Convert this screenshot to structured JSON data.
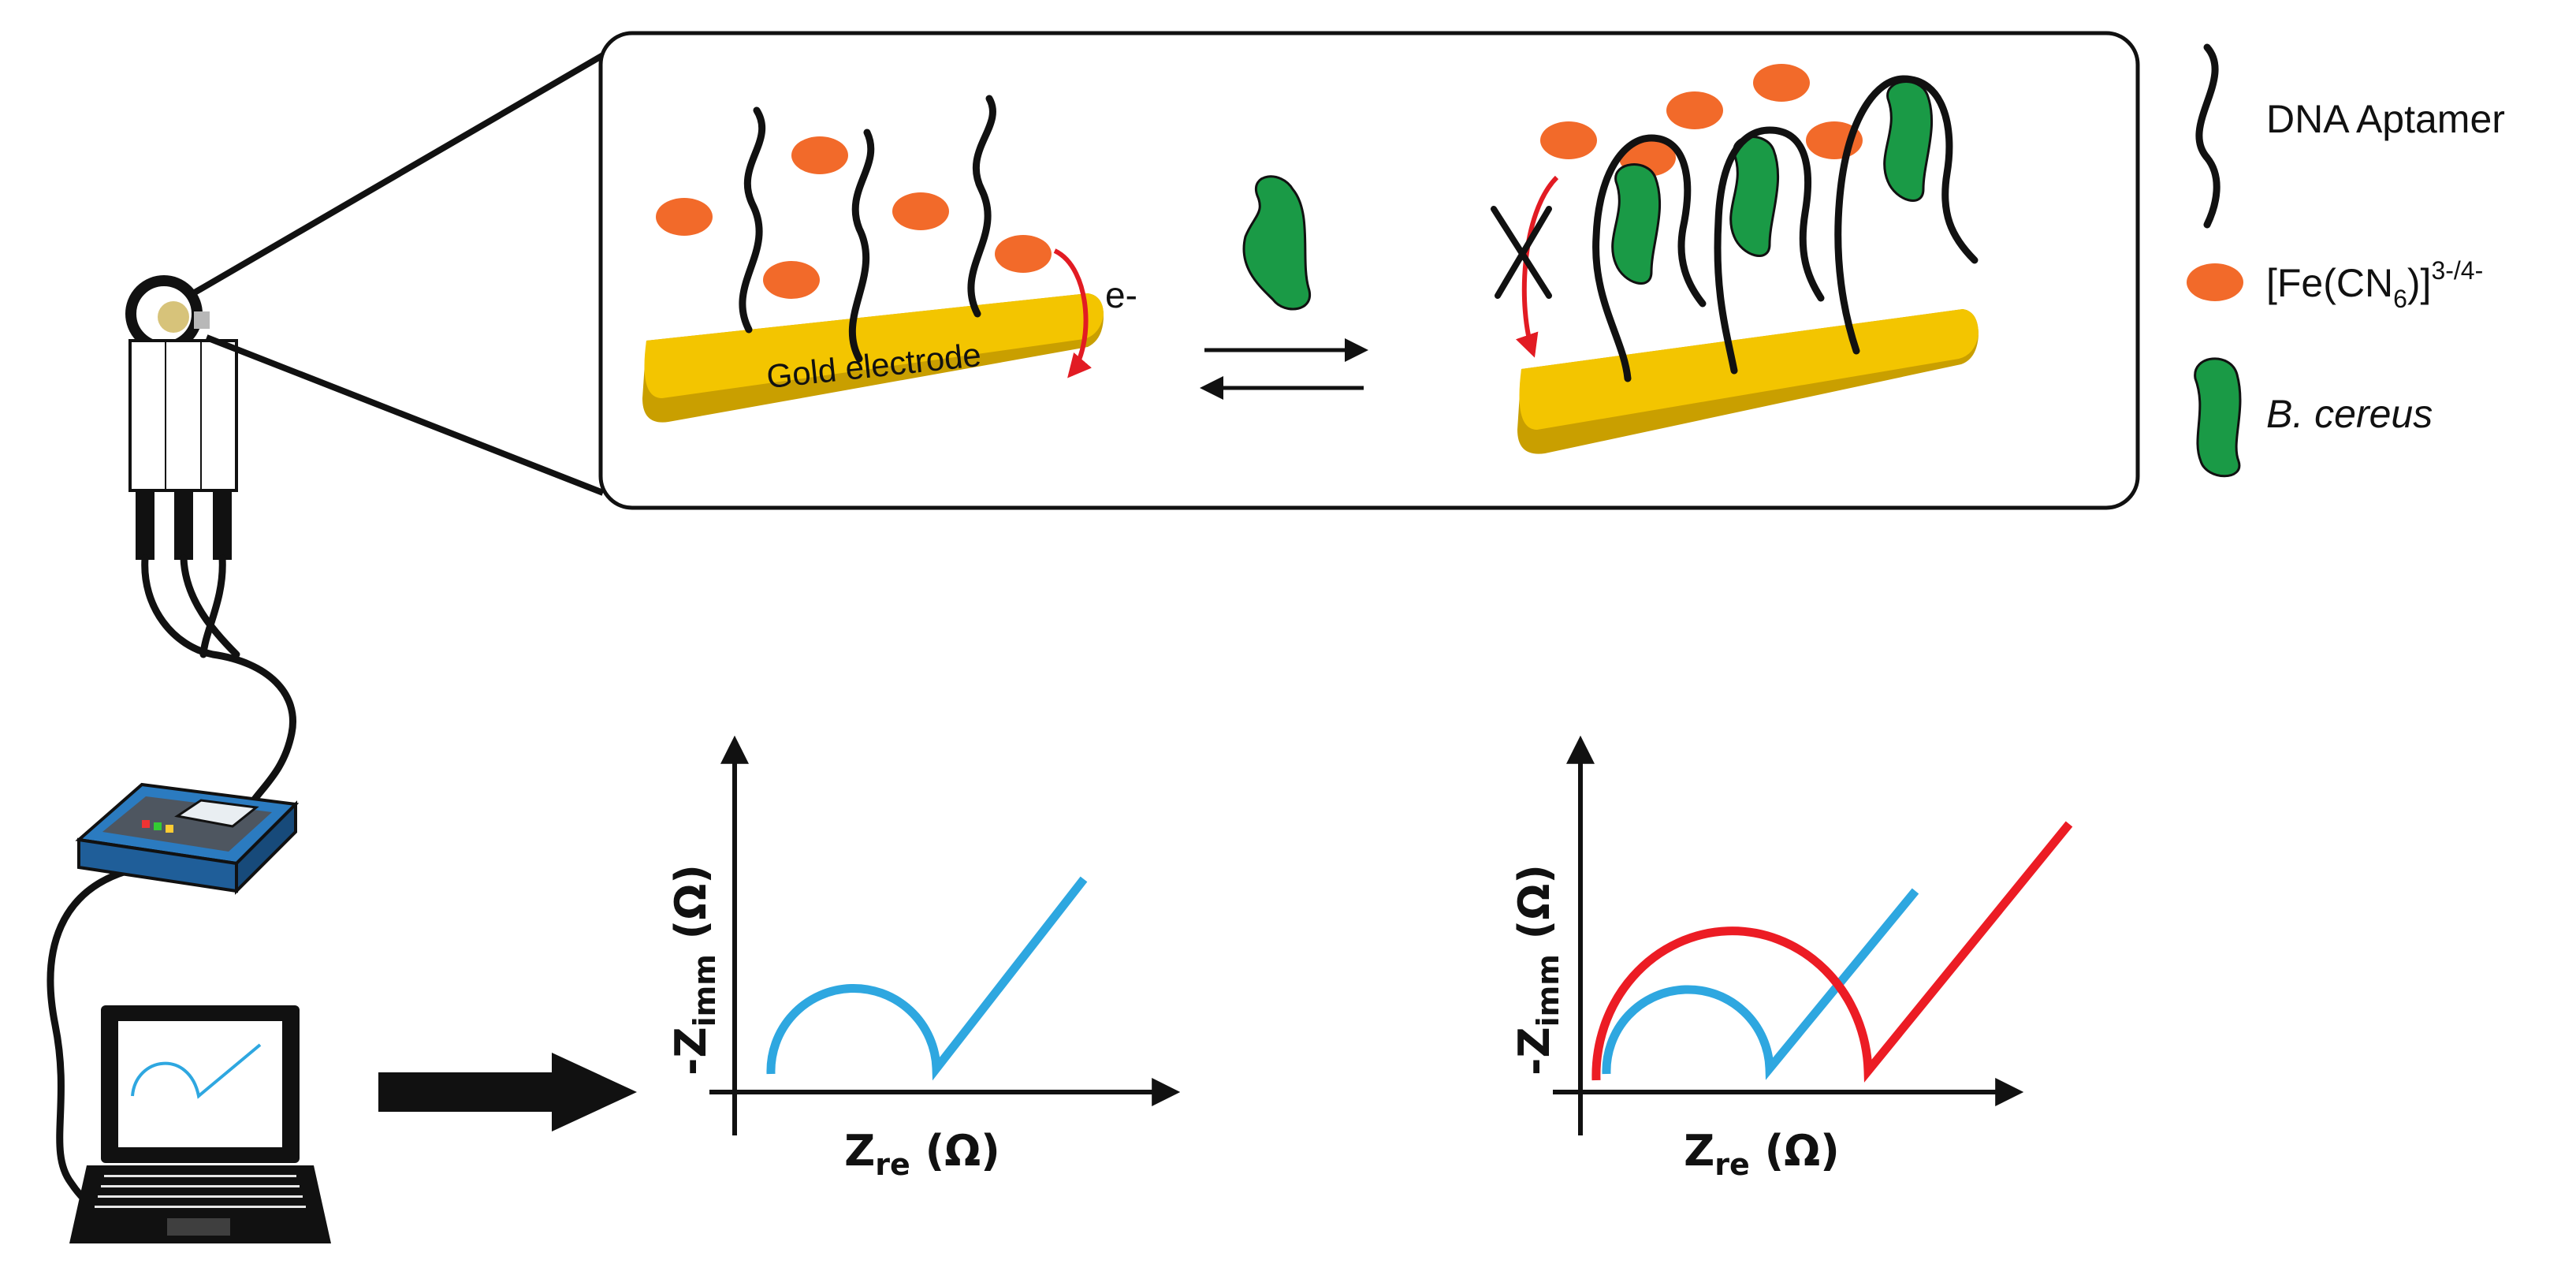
{
  "figure": {
    "colors": {
      "gold_top": "#f3c500",
      "gold_side": "#c99f00",
      "redox_orange": "#f26a2a",
      "bacteria_green": "#1a9a46",
      "aptamer_black": "#111111",
      "arrow_red": "#e21b23",
      "curve_blue": "#2ea7e0",
      "curve_red": "#ec1c24",
      "device_blue": "#2b7bc0",
      "device_grey": "#5d6670"
    }
  },
  "inset": {
    "electrode_label": "Gold electrode",
    "electron_label": "e-"
  },
  "legend": {
    "aptamer": "DNA Aptamer",
    "redox_prefix": "[Fe(CN",
    "redox_sub": "6",
    "redox_close": ")]",
    "redox_sup": "3-/4-",
    "bacteria": "B. cereus"
  },
  "plots": {
    "left": {
      "ylabel_main": "-Z",
      "ylabel_sub": "imm",
      "ylabel_unit": " (Ω)",
      "xlabel_main": "Z",
      "xlabel_sub": "re",
      "xlabel_unit": " (Ω)"
    },
    "right": {
      "ylabel_main": "-Z",
      "ylabel_sub": "imm",
      "ylabel_unit": " (Ω)",
      "xlabel_main": "Z",
      "xlabel_sub": "re",
      "xlabel_unit": " (Ω)"
    }
  }
}
